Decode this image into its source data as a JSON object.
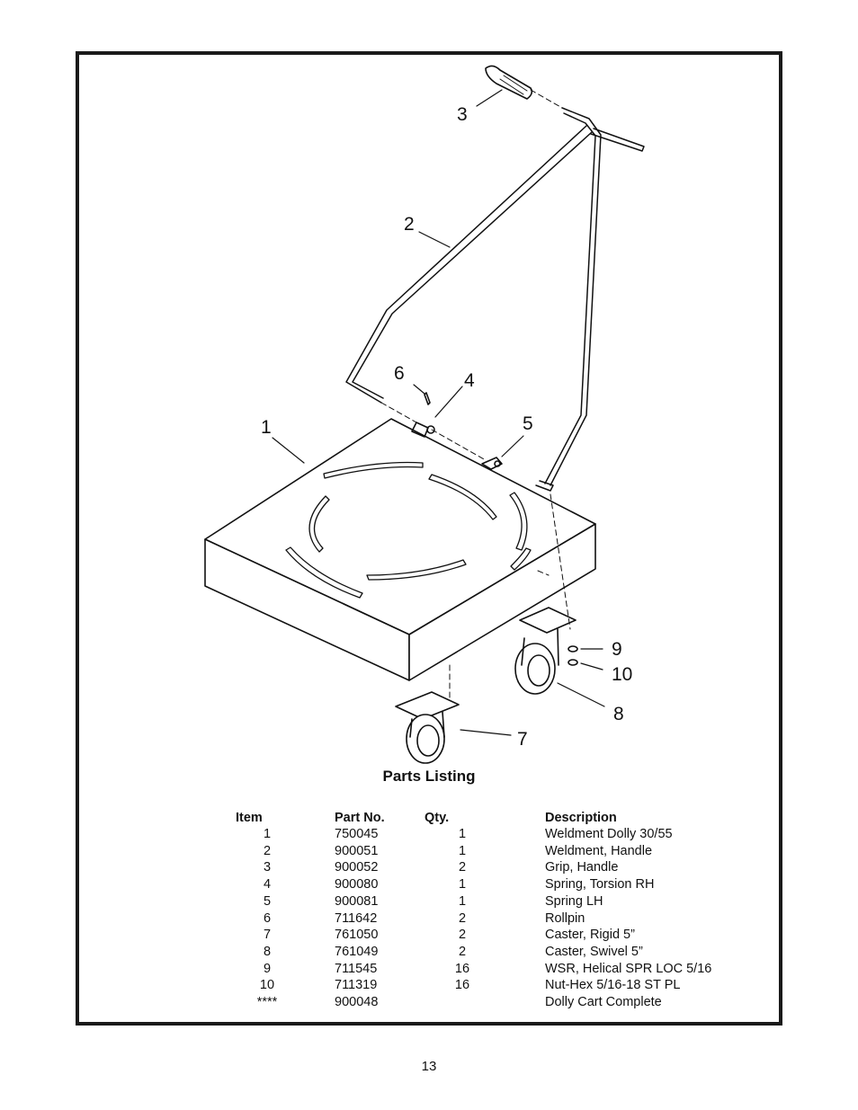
{
  "diagram": {
    "callouts": [
      "1",
      "2",
      "3",
      "4",
      "5",
      "6",
      "7",
      "8",
      "9",
      "10"
    ]
  },
  "parts_listing": {
    "title": "Parts Listing",
    "headers": {
      "item": "Item",
      "part_no": "Part No.",
      "qty": "Qty.",
      "description": "Description"
    },
    "rows": [
      {
        "item": "1",
        "part_no": "750045",
        "qty": "1",
        "description": "Weldment Dolly 30/55"
      },
      {
        "item": "2",
        "part_no": "900051",
        "qty": "1",
        "description": "Weldment, Handle"
      },
      {
        "item": "3",
        "part_no": "900052",
        "qty": "2",
        "description": "Grip, Handle"
      },
      {
        "item": "4",
        "part_no": "900080",
        "qty": "1",
        "description": "Spring, Torsion RH"
      },
      {
        "item": "5",
        "part_no": "900081",
        "qty": "1",
        "description": "Spring LH"
      },
      {
        "item": "6",
        "part_no": "711642",
        "qty": "2",
        "description": "Rollpin"
      },
      {
        "item": "7",
        "part_no": "761050",
        "qty": "2",
        "description": "Caster, Rigid 5”"
      },
      {
        "item": "8",
        "part_no": "761049",
        "qty": "2",
        "description": "Caster, Swivel 5”"
      },
      {
        "item": "9",
        "part_no": "711545",
        "qty": "16",
        "description": "WSR, Helical SPR LOC 5/16"
      },
      {
        "item": "10",
        "part_no": "711319",
        "qty": "16",
        "description": "Nut-Hex 5/16-18 ST PL"
      },
      {
        "item": "****",
        "part_no": "900048",
        "qty": "",
        "description": "Dolly Cart Complete"
      }
    ]
  },
  "page_number": "13"
}
